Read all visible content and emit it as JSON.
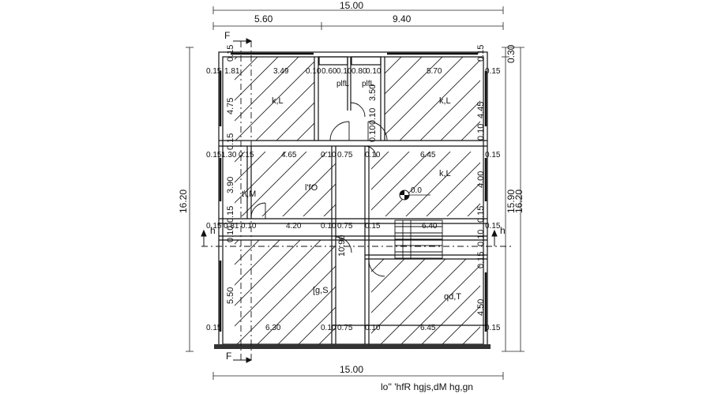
{
  "plan": {
    "top_dims": {
      "overall": "15.00",
      "left": "5.60",
      "right": "9.40"
    },
    "bottom_dim": "15.00",
    "left_dim": "16.20",
    "right_dims": {
      "outer": "16.20",
      "inner": "15.90",
      "top": "0.30"
    },
    "section_marks": {
      "top_f": "F",
      "bottom_f": "F",
      "left_h": "h",
      "right_h": "h"
    },
    "title": "lo'' 'hfR hgjs,dM hg,gn",
    "level_mark": "0.0",
    "rooms": [
      {
        "id": "bedroom-top-left",
        "label": "k,L"
      },
      {
        "id": "bedroom-top-right",
        "label": "k,L"
      },
      {
        "id": "bedroom-middle-right",
        "label": "k,L"
      },
      {
        "id": "living-room",
        "label": "l'fO"
      },
      {
        "id": "bath",
        "label": "t\\,M"
      },
      {
        "id": "hall-bottom-left",
        "label": "[g,S"
      },
      {
        "id": "kitchen-bottom-right",
        "label": "qd,T"
      },
      {
        "id": "toilet-a",
        "label": "plfL"
      },
      {
        "id": "toilet-b",
        "label": "plfL"
      }
    ],
    "dimension_labels": [
      {
        "id": "d-row1-a",
        "text": "0.15"
      },
      {
        "id": "d-row1-b",
        "text": "1.81"
      },
      {
        "id": "d-row1-c",
        "text": "3.49"
      },
      {
        "id": "d-row1-d",
        "text": "0.10"
      },
      {
        "id": "d-row1-e",
        "text": "0.60"
      },
      {
        "id": "d-row1-f",
        "text": "0.10"
      },
      {
        "id": "d-row1-g",
        "text": "0.80"
      },
      {
        "id": "d-row1-h",
        "text": "0.10"
      },
      {
        "id": "d-row1-i",
        "text": "5.70"
      },
      {
        "id": "d-row1-j",
        "text": "0.15"
      },
      {
        "id": "d-row2-a",
        "text": "0.15"
      },
      {
        "id": "d-row2-b",
        "text": "1.30"
      },
      {
        "id": "d-row2-c",
        "text": "0.15"
      },
      {
        "id": "d-row2-d",
        "text": "4.65"
      },
      {
        "id": "d-row2-e",
        "text": "0.10"
      },
      {
        "id": "d-row2-f",
        "text": "0.75"
      },
      {
        "id": "d-row2-g",
        "text": "0.10"
      },
      {
        "id": "d-row2-h",
        "text": "6.45"
      },
      {
        "id": "d-row2-i",
        "text": "0.15"
      },
      {
        "id": "d-row3-a",
        "text": "0.15"
      },
      {
        "id": "d-row3-b",
        "text": "0.81"
      },
      {
        "id": "d-row3-c",
        "text": "0.10"
      },
      {
        "id": "d-row3-d",
        "text": "4.20"
      },
      {
        "id": "d-row3-e",
        "text": "0.10"
      },
      {
        "id": "d-row3-f",
        "text": "0.75"
      },
      {
        "id": "d-row3-g",
        "text": "0.15"
      },
      {
        "id": "d-row3-h",
        "text": "6.40"
      },
      {
        "id": "d-row3-i",
        "text": "0.15"
      },
      {
        "id": "d-row4-a",
        "text": "0.15"
      },
      {
        "id": "d-row4-b",
        "text": "6.30"
      },
      {
        "id": "d-row4-c",
        "text": "0.10"
      },
      {
        "id": "d-row4-d",
        "text": "0.75"
      },
      {
        "id": "d-row4-e",
        "text": "0.10"
      },
      {
        "id": "d-row4-f",
        "text": "6.45"
      },
      {
        "id": "d-row4-g",
        "text": "0.15"
      }
    ],
    "vertical_labels": [
      {
        "id": "v-left-1",
        "text": "0.15"
      },
      {
        "id": "v-left-2",
        "text": "4.75"
      },
      {
        "id": "v-left-3",
        "text": "0.15"
      },
      {
        "id": "v-left-4",
        "text": "3.90"
      },
      {
        "id": "v-left-5",
        "text": "0.15"
      },
      {
        "id": "v-left-6",
        "text": "0.10"
      },
      {
        "id": "v-left-7",
        "text": "5.50"
      },
      {
        "id": "v-mid-1",
        "text": "3.50"
      },
      {
        "id": "v-mid-2",
        "text": "0.10"
      },
      {
        "id": "v-mid-3",
        "text": "0.10"
      },
      {
        "id": "v-mid-4",
        "text": "10.90"
      },
      {
        "id": "v-right-1",
        "text": "0.15"
      },
      {
        "id": "v-right-2",
        "text": "4.45"
      },
      {
        "id": "v-right-3",
        "text": "0.10"
      },
      {
        "id": "v-right-4",
        "text": "4.00"
      },
      {
        "id": "v-right-5",
        "text": "0.15"
      },
      {
        "id": "v-right-6",
        "text": "0.10"
      },
      {
        "id": "v-right-7",
        "text": "0.15"
      },
      {
        "id": "v-right-8",
        "text": "4.50"
      }
    ]
  }
}
